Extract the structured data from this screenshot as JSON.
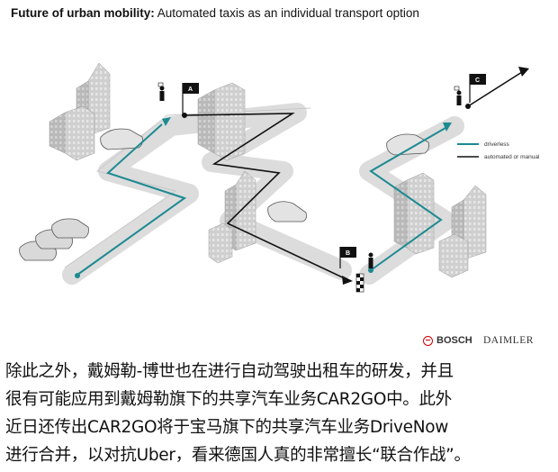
{
  "title": {
    "bold": "Future of urban mobility:",
    "rest": "Automated taxis as an individual transport option"
  },
  "illustration": {
    "flags": [
      "A",
      "B",
      "C"
    ],
    "legend": [
      {
        "label": "driverless",
        "color": "#1d8a92"
      },
      {
        "label": "automated or manual",
        "color": "#111111"
      }
    ]
  },
  "logos": {
    "bosch": "BOSCH",
    "daimler": "DAIMLER"
  },
  "caption": {
    "lines": [
      "除此之外，戴姆勒-博世也在进行自动驾驶出租车的研发，并且",
      "很有可能应用到戴姆勒旗下的共享汽车业务CAR2GO中。此外",
      "近日还传出CAR2GO将于宝马旗下的共享汽车业务DriveNow",
      "进行合并，以对抗Uber，看来德国人真的非常擅长“联合作战”。"
    ]
  },
  "colors": {
    "driverless": "#1d8a92",
    "manual": "#111111",
    "road": "#dcdcdc",
    "building": "#cfcfcf"
  }
}
